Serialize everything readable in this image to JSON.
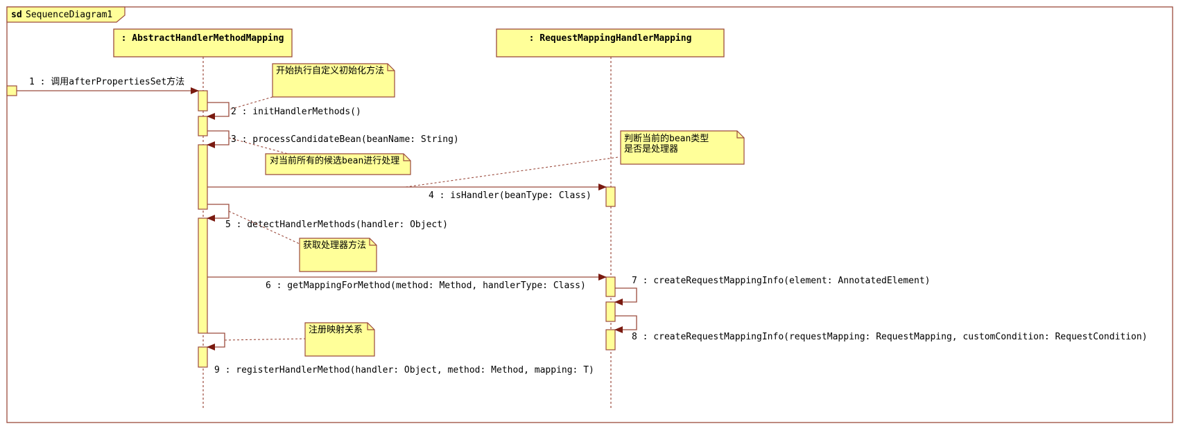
{
  "frame": {
    "keyword": "sd",
    "name": "SequenceDiagram1"
  },
  "lifelines": [
    {
      "id": "abstract",
      "label": ": AbstractHandlerMethodMapping"
    },
    {
      "id": "request",
      "label": ": RequestMappingHandlerMapping"
    }
  ],
  "messages": [
    {
      "id": "m1",
      "label": "1 : 调用afterPropertiesSet方法"
    },
    {
      "id": "m2",
      "label": "2 : initHandlerMethods()"
    },
    {
      "id": "m3",
      "label": "3 : processCandidateBean(beanName: String)"
    },
    {
      "id": "m4",
      "label": "4 : isHandler(beanType: Class)"
    },
    {
      "id": "m5",
      "label": "5 : detectHandlerMethods(handler: Object)"
    },
    {
      "id": "m6",
      "label": "6 : getMappingForMethod(method: Method, handlerType: Class)"
    },
    {
      "id": "m7",
      "label": "7 : createRequestMappingInfo(element: AnnotatedElement)"
    },
    {
      "id": "m8",
      "label": "8 : createRequestMappingInfo(requestMapping: RequestMapping, customCondition: RequestCondition)"
    },
    {
      "id": "m9",
      "label": "9 : registerHandlerMethod(handler: Object, method: Method, mapping: T)"
    }
  ],
  "notes": [
    {
      "id": "n1",
      "lines": [
        "开始执行自定义初始化方法"
      ]
    },
    {
      "id": "n2",
      "lines": [
        "对当前所有的候选bean进行处理"
      ]
    },
    {
      "id": "n3",
      "lines": [
        "判断当前的bean类型",
        "是否是处理器"
      ]
    },
    {
      "id": "n4",
      "lines": [
        "获取处理器方法"
      ]
    },
    {
      "id": "n5",
      "lines": [
        "注册映射关系"
      ]
    }
  ],
  "colors": {
    "border": "#9b4a3c",
    "fill": "#ffff99",
    "arrow": "#7a1a10",
    "background": "#ffffff"
  }
}
